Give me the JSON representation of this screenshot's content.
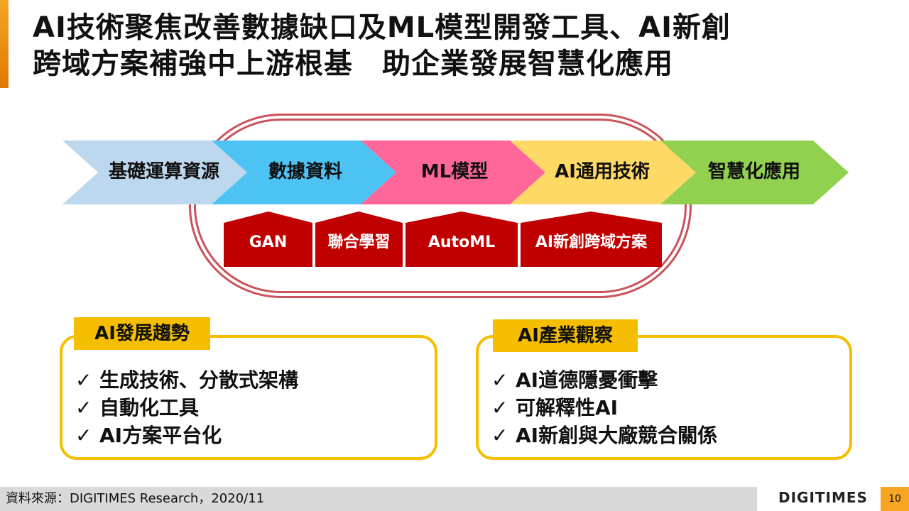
{
  "slide": {
    "title_line1": "AI技術聚焦改善數據缺口及ML模型開發工具、AI新創",
    "title_line2": "跨域方案補強中上游根基　助企業發展智慧化應用"
  },
  "flow": {
    "stages": [
      {
        "label": "基礎運算資源",
        "color": "#bdd7ee"
      },
      {
        "label": "數據資料",
        "color": "#4dc3f3"
      },
      {
        "label": "ML模型",
        "color": "#ff6699"
      },
      {
        "label": "AI通用技術",
        "color": "#ffd966"
      },
      {
        "label": "智慧化應用",
        "color": "#92d050"
      }
    ],
    "tools_color": "#c00000",
    "tools": [
      "GAN",
      "聯合學習",
      "AutoML",
      "AI新創跨域方案"
    ]
  },
  "trends": {
    "tag": "AI發展趨勢",
    "check": "✓",
    "items": [
      "生成技術、分散式架構",
      "自動化工具",
      "AI方案平台化"
    ]
  },
  "observations": {
    "tag": "AI產業觀察",
    "check": "✓",
    "items": [
      "AI道德隱憂衝擊",
      "可解釋性AI",
      "AI新創與大廠競合關係"
    ]
  },
  "footer": {
    "source": "資料來源：DIGITIMES Research，2020/11",
    "logo": "DIGITIMES",
    "page": "10"
  },
  "colors": {
    "accent": "#f6be00",
    "track": "#c9535a"
  }
}
